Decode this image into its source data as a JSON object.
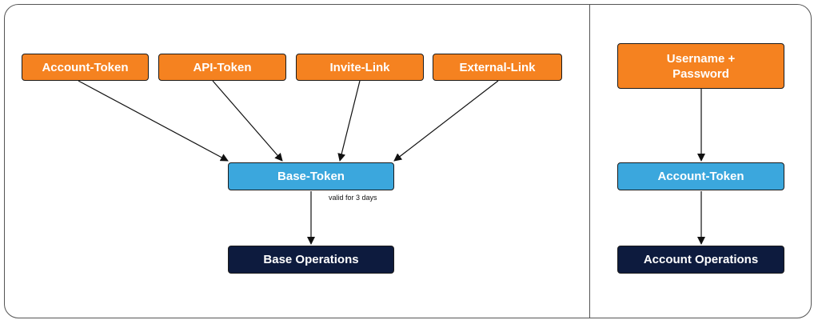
{
  "left_panel": {
    "sources": [
      {
        "label": "Account-Token"
      },
      {
        "label": "API-Token"
      },
      {
        "label": "Invite-Link"
      },
      {
        "label": "External-Link"
      }
    ],
    "base_token": {
      "label": "Base-Token",
      "note": "valid for 3 days"
    },
    "base_operations": {
      "label": "Base Operations"
    }
  },
  "right_panel": {
    "credentials": {
      "label": "Username +\nPassword"
    },
    "account_token": {
      "label": "Account-Token"
    },
    "account_operations": {
      "label": "Account Operations"
    }
  },
  "colors": {
    "source": "#f58220",
    "token": "#3ba7dd",
    "operations": "#0d1b3e"
  }
}
